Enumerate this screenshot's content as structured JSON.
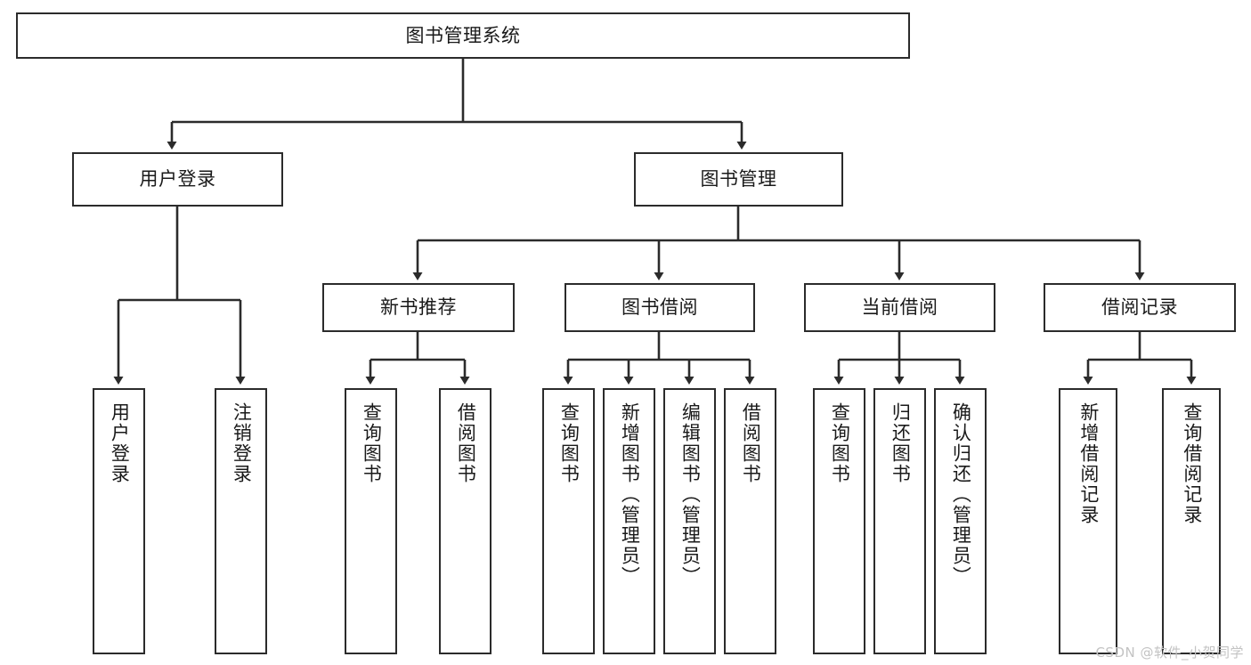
{
  "diagram": {
    "title": "图书管理系统",
    "type": "tree-hierarchy",
    "box_color": "#2b2b2b",
    "fill_color": "#ffffff",
    "text_color": "#1a1a1a",
    "watermark": "CSDN @软件_小贺同学",
    "root": {
      "label": "图书管理系统"
    },
    "level1": [
      {
        "label": "用户登录"
      },
      {
        "label": "图书管理"
      }
    ],
    "level2": [
      {
        "label": "新书推荐"
      },
      {
        "label": "图书借阅"
      },
      {
        "label": "当前借阅"
      },
      {
        "label": "借阅记录"
      }
    ],
    "leaves": [
      {
        "label": "用户登录"
      },
      {
        "label": "注销登录"
      },
      {
        "label": "查询图书"
      },
      {
        "label": "借阅图书"
      },
      {
        "label": "查询图书"
      },
      {
        "label": "新增图书（管理员）"
      },
      {
        "label": "编辑图书（管理员）"
      },
      {
        "label": "借阅图书"
      },
      {
        "label": "查询图书"
      },
      {
        "label": "归还图书"
      },
      {
        "label": "确认归还（管理员）"
      },
      {
        "label": "新增借阅记录"
      },
      {
        "label": "查询借阅记录"
      }
    ]
  }
}
